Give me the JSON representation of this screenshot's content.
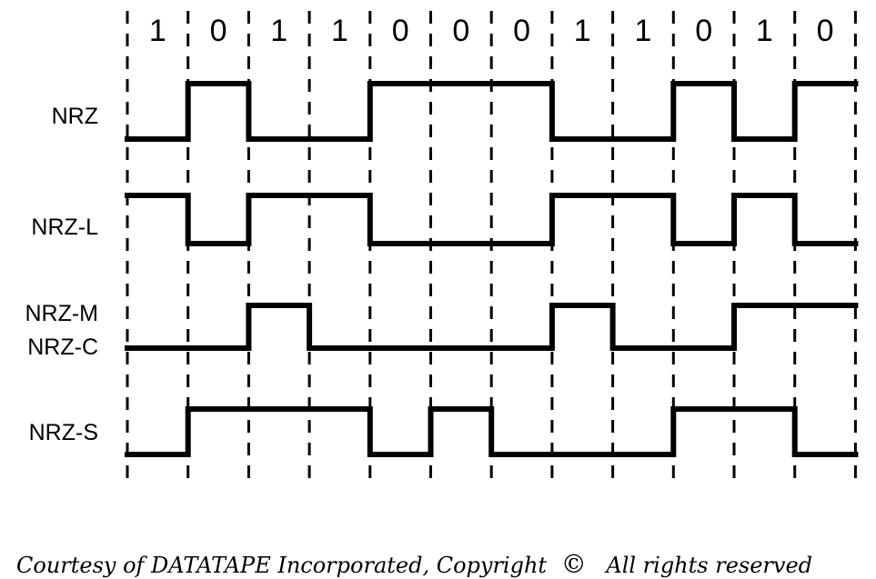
{
  "bits": [
    "1",
    "0",
    "1",
    "1",
    "0",
    "0",
    "0",
    "1",
    "1",
    "0",
    "1",
    "0"
  ],
  "waveforms": [
    {
      "label_lines": [
        "NRZ"
      ],
      "levels": [
        0,
        1,
        0,
        0,
        1,
        1,
        1,
        0,
        0,
        1,
        0,
        1
      ]
    },
    {
      "label_lines": [
        "NRZ-L"
      ],
      "levels": [
        1,
        0,
        1,
        1,
        0,
        0,
        0,
        1,
        1,
        0,
        1,
        0
      ]
    },
    {
      "label_lines": [
        "NRZ-M",
        "NRZ-C"
      ],
      "levels": [
        0,
        0,
        1,
        0,
        0,
        0,
        0,
        1,
        0,
        0,
        1,
        1
      ]
    },
    {
      "label_lines": [
        "NRZ-S"
      ],
      "levels": [
        0,
        1,
        1,
        1,
        0,
        1,
        0,
        0,
        0,
        1,
        1,
        0
      ]
    }
  ],
  "footer": {
    "credit": "Courtesy of DATATAPE Incorporated, Copyright",
    "rights": "All rights reserved",
    "copyright_symbol": "©"
  }
}
